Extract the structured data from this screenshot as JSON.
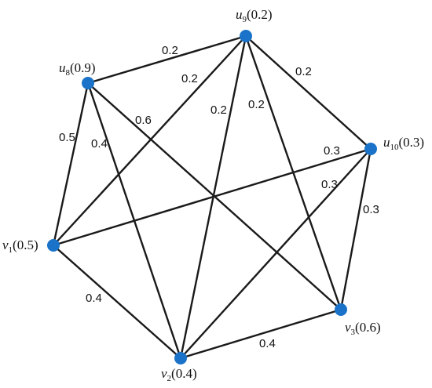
{
  "diagram": {
    "node_color": "#1a73c8",
    "edge_color": "#1a1a1a",
    "nodes": [
      {
        "id": "u9",
        "symbol": "u",
        "index": "9",
        "value_text": "(0.2)"
      },
      {
        "id": "u8",
        "symbol": "u",
        "index": "8",
        "value_text": "(0.9)"
      },
      {
        "id": "u10",
        "symbol": "u",
        "index": "10",
        "value_text": "(0.3)"
      },
      {
        "id": "v1",
        "symbol": "v",
        "index": "1",
        "value_text": "(0.5)"
      },
      {
        "id": "v3",
        "symbol": "v",
        "index": "3",
        "value_text": "(0.6)"
      },
      {
        "id": "v2",
        "symbol": "v",
        "index": "2",
        "value_text": "(0.4)"
      }
    ],
    "edges": [
      {
        "from": "u8",
        "to": "u9",
        "label": "0.2"
      },
      {
        "from": "u9",
        "to": "u10",
        "label": "0.2"
      },
      {
        "from": "v1",
        "to": "u9",
        "label": "0.2"
      },
      {
        "from": "v2",
        "to": "u9",
        "label": "0.2"
      },
      {
        "from": "v3",
        "to": "u9",
        "label": "0.2"
      },
      {
        "from": "u8",
        "to": "v3",
        "label": "0.6"
      },
      {
        "from": "u8",
        "to": "v1",
        "label": "0.5"
      },
      {
        "from": "u8",
        "to": "v2",
        "label": "0.4"
      },
      {
        "from": "v1",
        "to": "u10",
        "label": "0.3"
      },
      {
        "from": "v2",
        "to": "u10",
        "label": "0.3"
      },
      {
        "from": "v3",
        "to": "u10",
        "label": "0.3"
      },
      {
        "from": "v1",
        "to": "v2",
        "label": "0.4"
      },
      {
        "from": "v2",
        "to": "v3",
        "label": "0.4"
      }
    ]
  }
}
